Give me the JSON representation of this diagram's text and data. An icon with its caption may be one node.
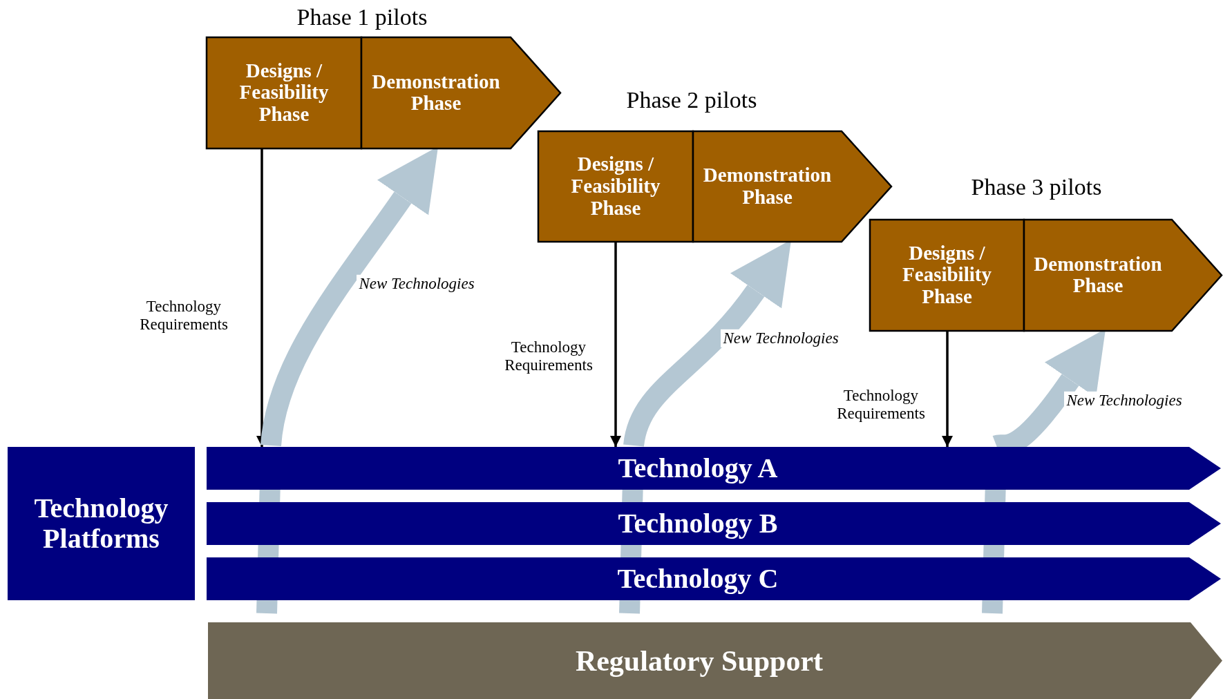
{
  "diagram": {
    "nodes": [
      {
        "text": [
          "Designs / Feasibility Phase"
        ]
      },
      {
        "text": [
          "Demonstration Phase"
        ]
      },
      {
        "text": [
          "Designs / Feasibility Phase"
        ]
      },
      {
        "text": [
          "Demonstration Phase"
        ]
      },
      {
        "text": [
          "Designs / Feasibility Phase"
        ]
      },
      {
        "text": [
          "Demonstration Phase"
        ]
      },
      {
        "text": [
          "Technology Platforms"
        ]
      },
      {
        "text": [
          "Technology A"
        ]
      },
      {
        "text": [
          "Technology B"
        ]
      },
      {
        "text": [
          "Technology C"
        ]
      },
      {
        "text": [
          "Regulatory Support"
        ]
      }
    ],
    "edges": [
      {
        "from": 0,
        "to": 7,
        "arrow": "to",
        "label": "Technology Requirements"
      },
      {
        "from": 7,
        "to": 1,
        "arrow": "to",
        "label": "New Technologies",
        "style": "thick",
        "color": "#b4c7d3"
      },
      {
        "from": 2,
        "to": 7,
        "arrow": "to",
        "label": "Technology Requirements"
      },
      {
        "from": 7,
        "to": 3,
        "arrow": "to",
        "label": "New Technologies",
        "style": "thick",
        "color": "#b4c7d3"
      },
      {
        "from": 4,
        "to": 7,
        "arrow": "to",
        "label": "Technology Requirements"
      },
      {
        "from": 7,
        "to": 5,
        "arrow": "to",
        "label": "New Technologies",
        "style": "thick",
        "color": "#b4c7d3"
      }
    ],
    "labels": [
      "Phase 1 pilots",
      "Phase 2 pilots",
      "Phase 3 pilots"
    ]
  }
}
